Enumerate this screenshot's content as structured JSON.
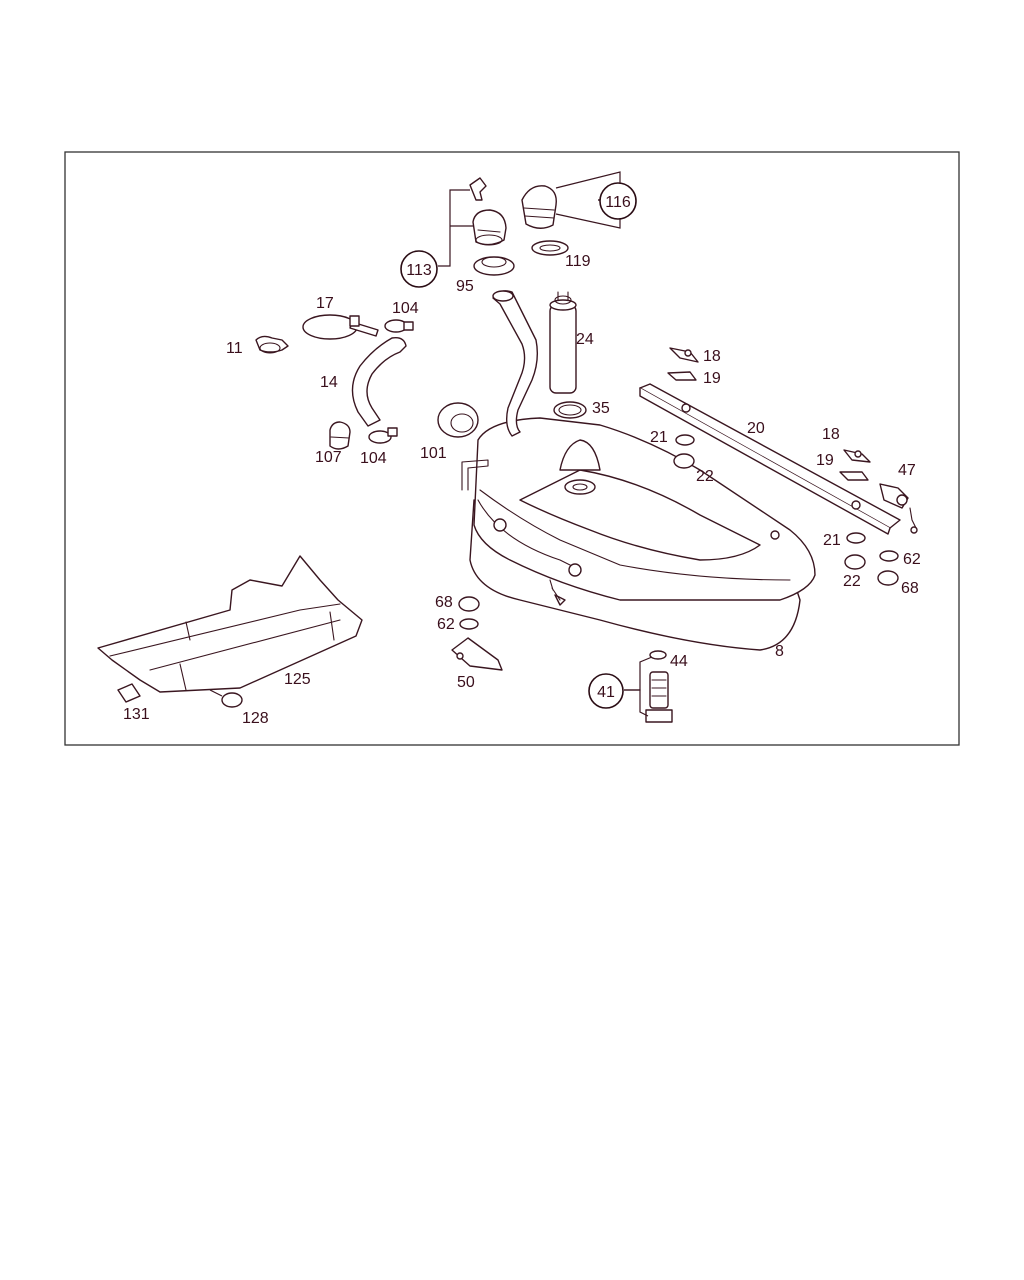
{
  "diagram": {
    "line_color": "#3a1620",
    "text_color": "#3a0f1c",
    "background": "#ffffff",
    "circled_callouts": [
      "113",
      "116",
      "41"
    ],
    "callouts": [
      "17",
      "104",
      "11",
      "14",
      "107",
      "104",
      "95",
      "119",
      "24",
      "35",
      "101",
      "18",
      "19",
      "20",
      "21",
      "22",
      "18",
      "19",
      "47",
      "21",
      "62",
      "22",
      "68",
      "68",
      "62",
      "50",
      "44",
      "8",
      "125",
      "131",
      "128"
    ]
  }
}
